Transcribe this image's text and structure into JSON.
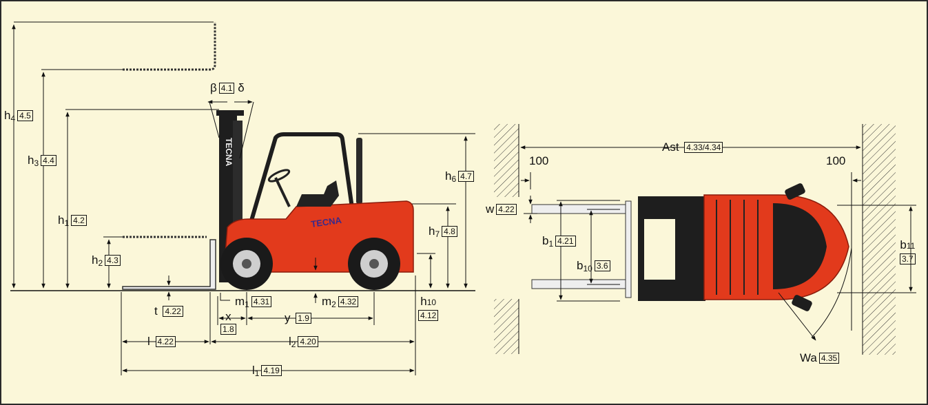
{
  "brand": "TECNA",
  "side_view": {
    "h4": {
      "sym": "h",
      "sub": "4",
      "ref": "4.5"
    },
    "h3": {
      "sym": "h",
      "sub": "3",
      "ref": "4.4"
    },
    "h1": {
      "sym": "h",
      "sub": "1",
      "ref": "4.2"
    },
    "h2": {
      "sym": "h",
      "sub": "2",
      "ref": "4.3"
    },
    "h6": {
      "sym": "h",
      "sub": "6",
      "ref": "4.7"
    },
    "h7": {
      "sym": "h",
      "sub": "7",
      "ref": "4.8"
    },
    "h10": {
      "sym": "h",
      "sub": "10",
      "ref": "4.12"
    },
    "tilt": {
      "beta": "β",
      "ref": "4.1",
      "delta": "δ"
    },
    "t": {
      "sym": "t",
      "ref": "4.22"
    },
    "m1": {
      "sym": "m",
      "sub": "1",
      "ref": "4.31"
    },
    "m2": {
      "sym": "m",
      "sub": "2",
      "ref": "4.32"
    },
    "x": {
      "sym": "x",
      "ref": "1.8"
    },
    "y": {
      "sym": "y",
      "ref": "1.9"
    },
    "l": {
      "sym": "l",
      "ref": "4.22"
    },
    "l2": {
      "sym": "l",
      "sub": "2",
      "ref": "4.20"
    },
    "l1": {
      "sym": "l",
      "sub": "1",
      "ref": "4.19"
    }
  },
  "top_view": {
    "ast": {
      "sym": "Ast",
      "ref": "4.33/4.34"
    },
    "clearance_left": "100",
    "clearance_right": "100",
    "w": {
      "sym": "w",
      "ref": "4.22"
    },
    "b1": {
      "sym": "b",
      "sub": "1",
      "ref": "4.21"
    },
    "b10": {
      "sym": "b",
      "sub": "10",
      "ref": "3.6"
    },
    "b11": {
      "sym": "b",
      "sub": "11",
      "ref": "3.7"
    },
    "wa": {
      "sym": "Wa",
      "ref": "4.35"
    }
  },
  "colors": {
    "panel": "#fbf7d9",
    "truck_red": "#e23a1c",
    "dark": "#1e1e1e",
    "line": "#111111"
  }
}
